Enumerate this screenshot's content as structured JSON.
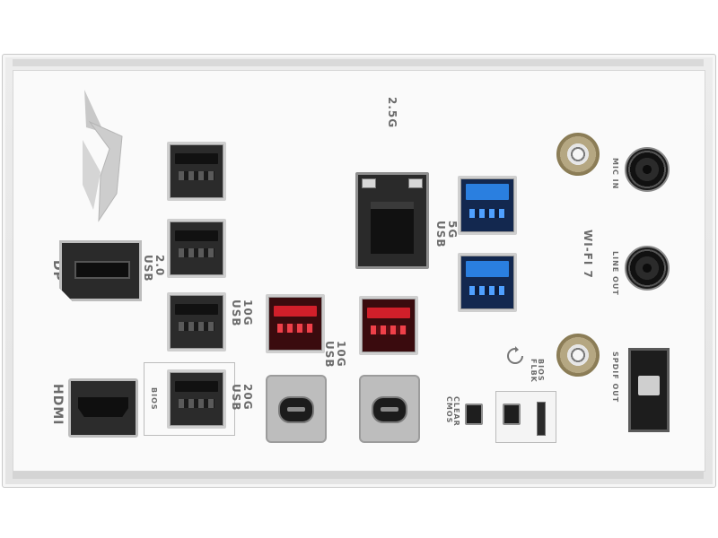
{
  "labels": {
    "dp": "DP",
    "hdmi": "HDMI",
    "usb20": [
      "2.0",
      "USB"
    ],
    "usb10g_a": [
      "10G",
      "USB"
    ],
    "usb10g_b": [
      "10G",
      "USB"
    ],
    "usb20g": [
      "20G",
      "USB"
    ],
    "usb5g": [
      "5G",
      "USB"
    ],
    "bios": "BIOS",
    "lan": "2.5G",
    "wifi": "WI-FI 7",
    "mic_in": "MIC IN",
    "line_out": "LINE OUT",
    "spdif_out": "SPDIF OUT",
    "clear_cmos": [
      "CLEAR",
      "CMOS"
    ],
    "bios_flbk": [
      "BIOS",
      "FLBK"
    ]
  },
  "colors": {
    "plate": "#f5f5f5",
    "label_text": "#6b6b6b",
    "usb_10g_accent": "#d11f2a",
    "usb_5g_accent": "#2a7fe0",
    "antenna_gold": "#b5a782"
  },
  "icons": {
    "logo": "rog-logo-icon",
    "flashback": "bios-flashback-arrow-icon"
  }
}
